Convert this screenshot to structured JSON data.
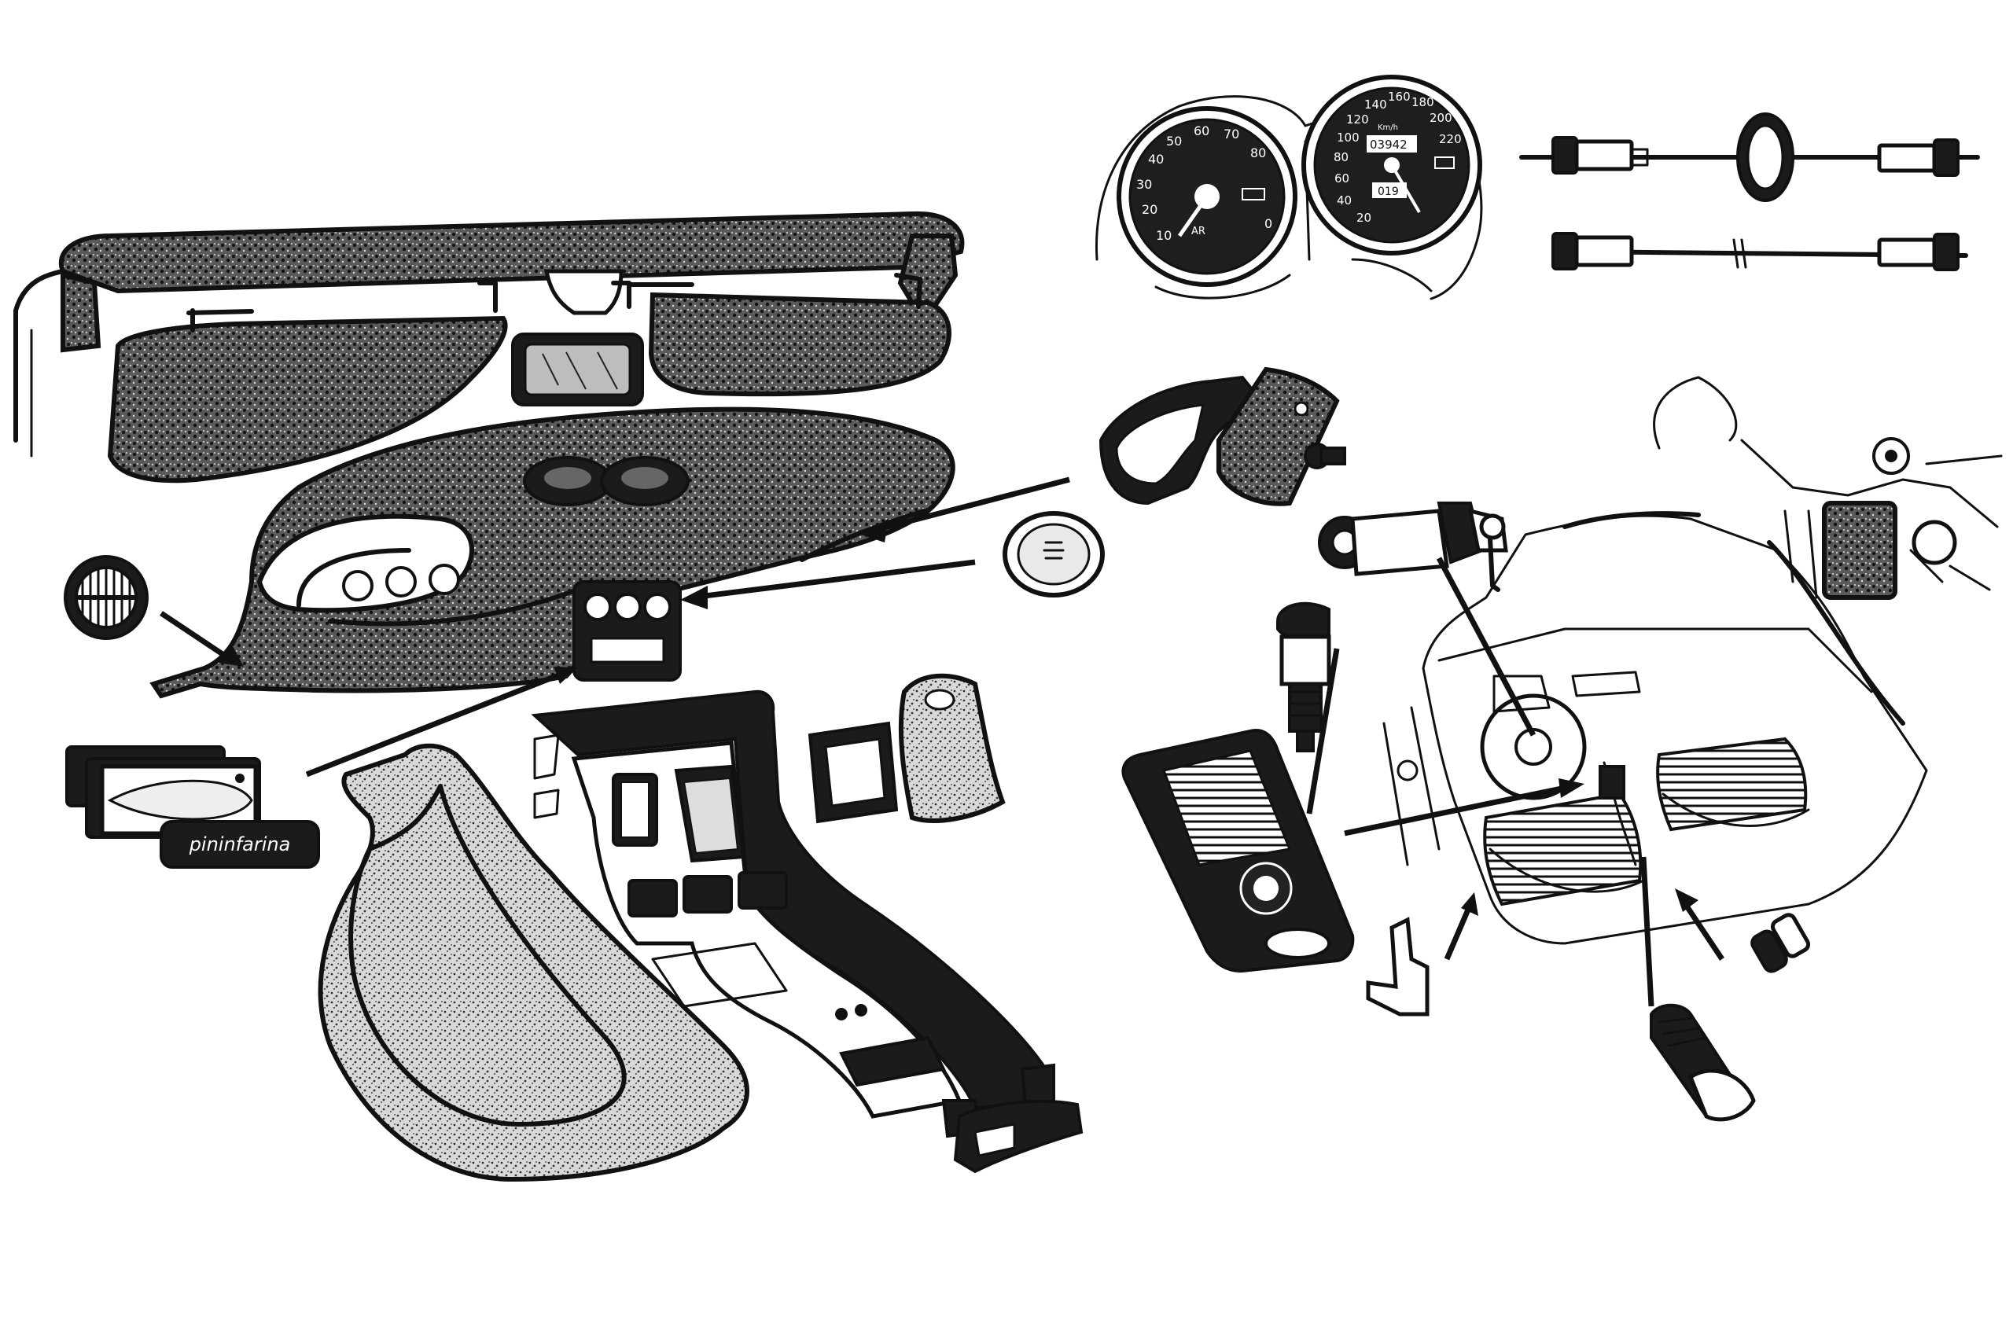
{
  "badge": {
    "script_text": "pininfarina"
  },
  "tachometer": {
    "ticks": [
      "10",
      "20",
      "30",
      "40",
      "50",
      "60",
      "70",
      "80",
      "0"
    ],
    "logo": "AR"
  },
  "speedometer": {
    "ticks": [
      "20",
      "40",
      "60",
      "80",
      "100",
      "120",
      "140",
      "160",
      "180",
      "200",
      "220"
    ],
    "unit": "Km/h",
    "odometer": "03942",
    "trip": "019"
  }
}
